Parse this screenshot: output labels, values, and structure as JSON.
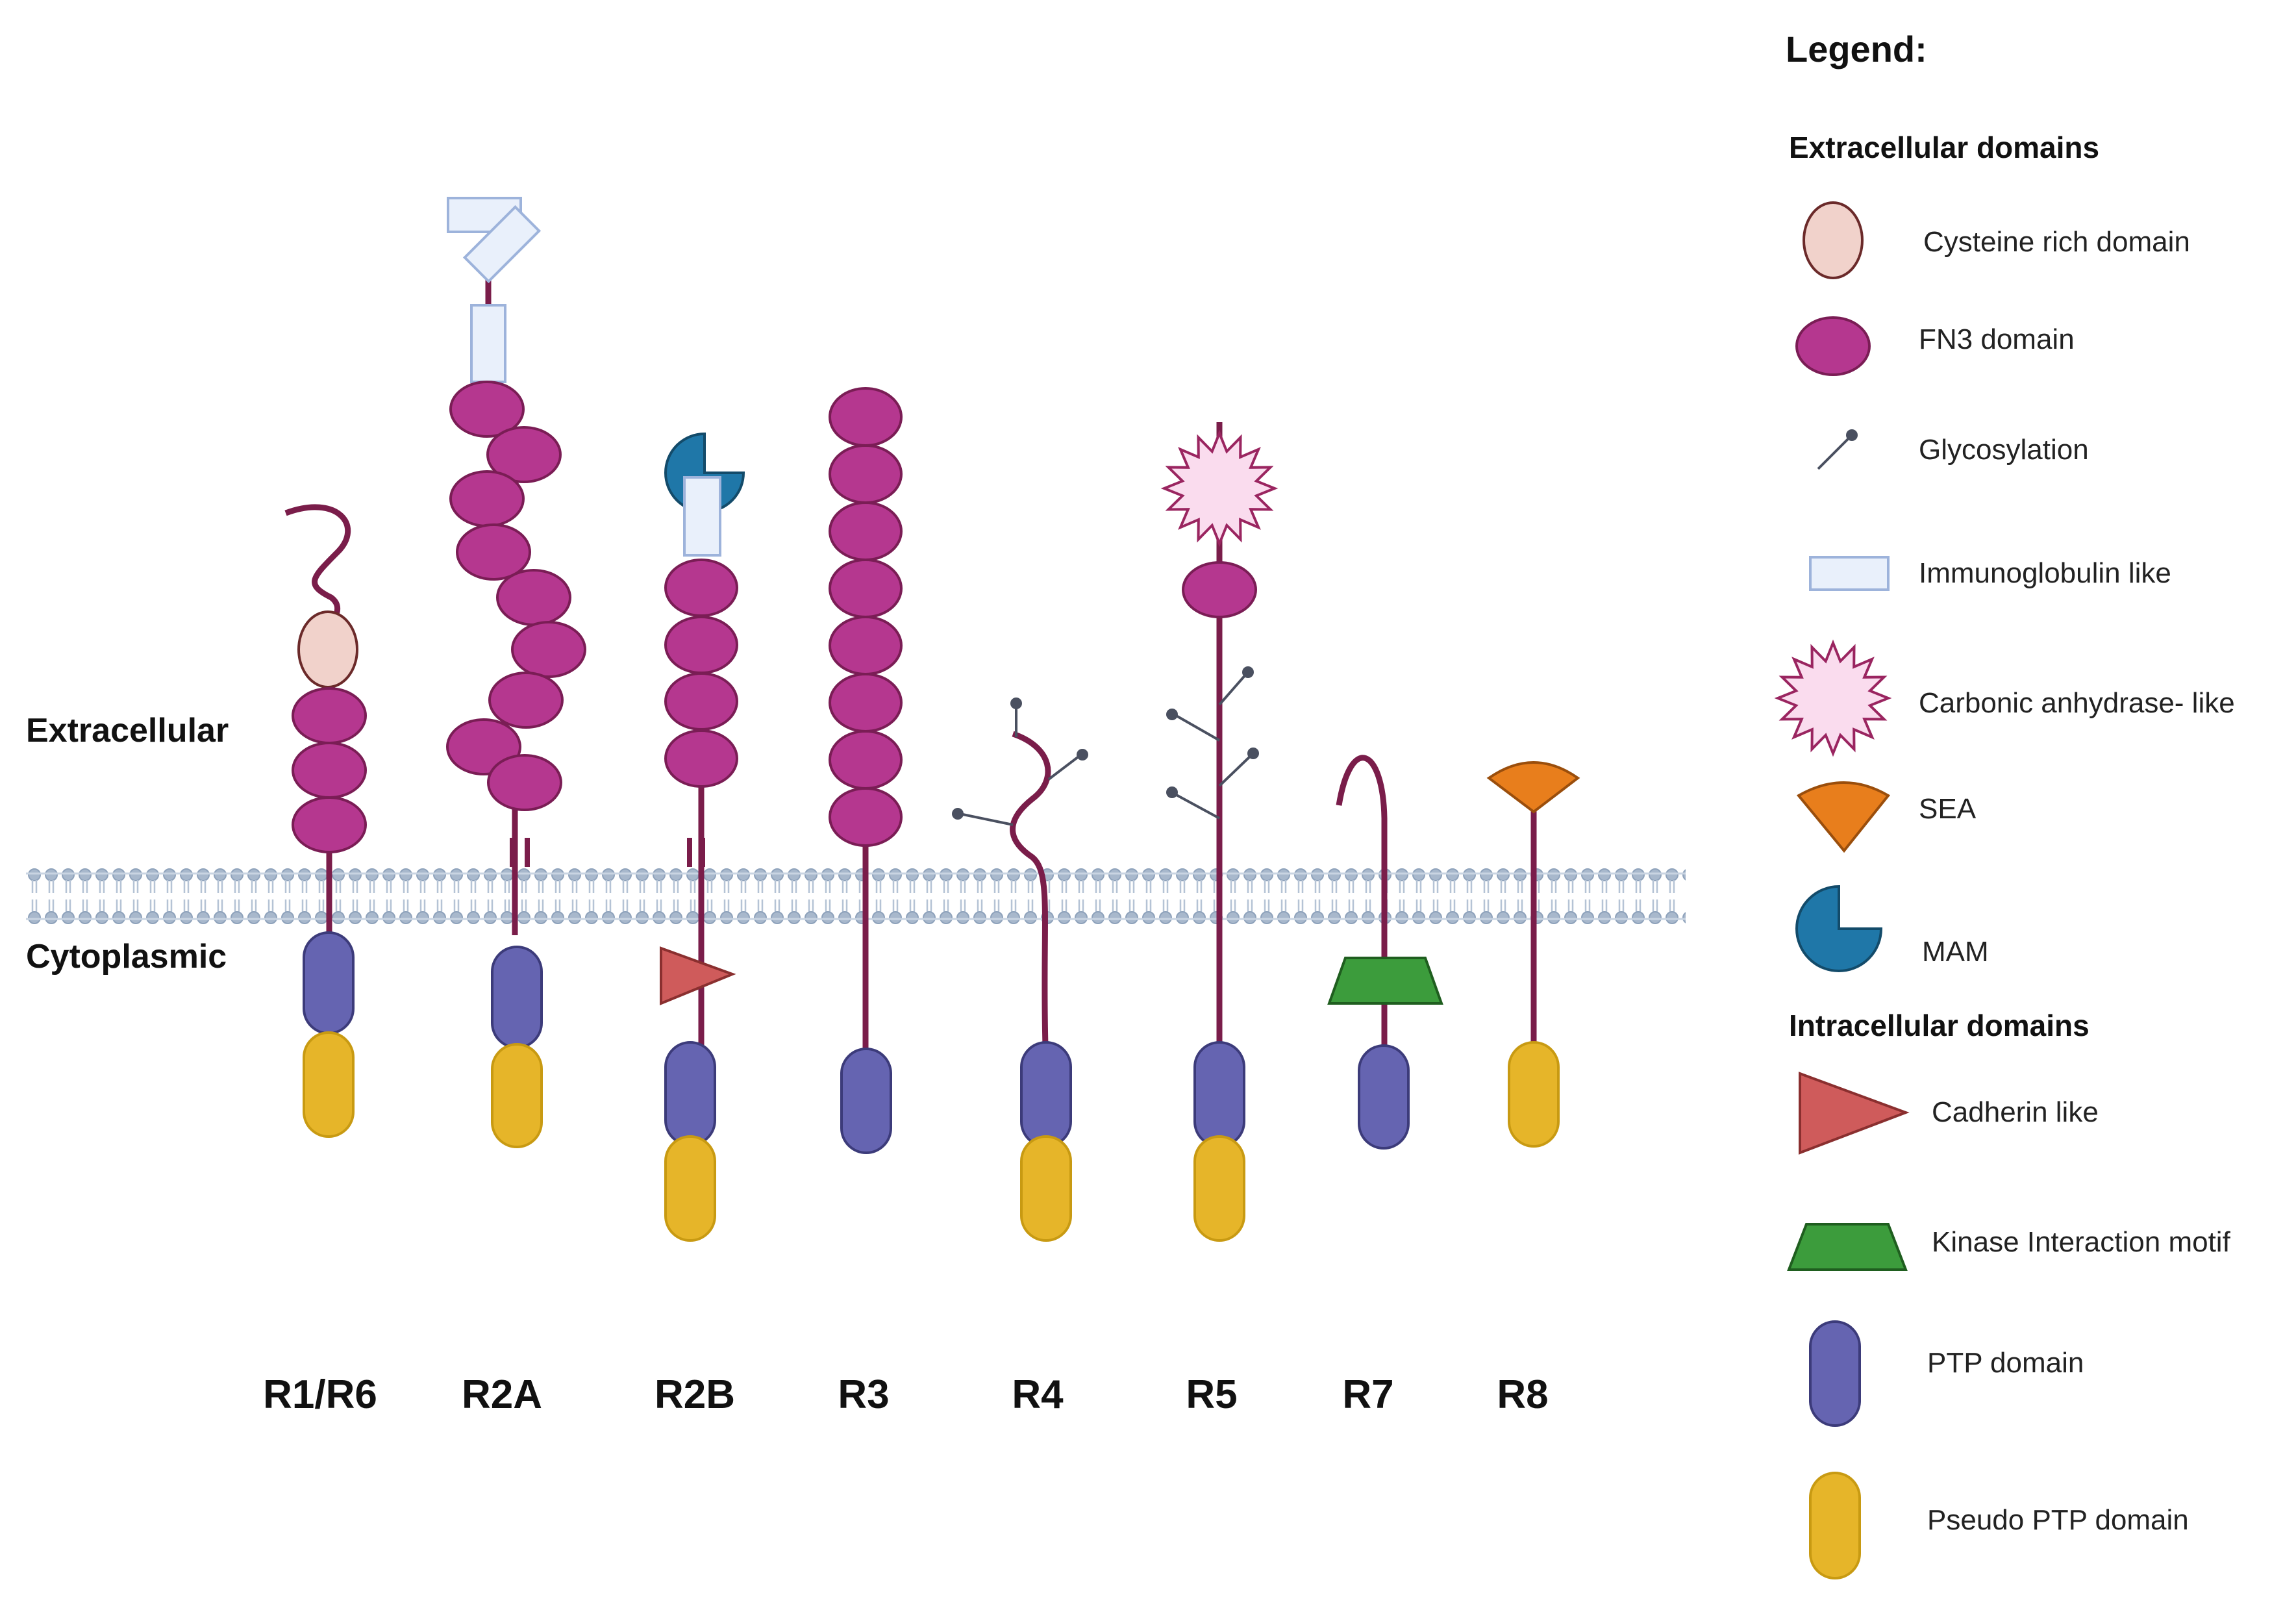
{
  "regions": {
    "extracellular": "Extracellular",
    "cytoplasmic": "Cytoplasmic"
  },
  "receptors": [
    "R1/R6",
    "R2A",
    "R2B",
    "R3",
    "R4",
    "R5",
    "R7",
    "R8"
  ],
  "legend": {
    "title": "Legend:",
    "extracellular_heading": "Extracellular domains",
    "intracellular_heading": "Intracellular domains",
    "items": {
      "cysteine": "Cysteine rich domain",
      "fn3": "FN3 domain",
      "glyco": "Glycosylation",
      "ig": "Immunoglobulin like",
      "carbonic": "Carbonic anhydrase- like",
      "sea": "SEA",
      "mam": "MAM",
      "cadherin": "Cadherin like",
      "kim": "Kinase Interaction motif",
      "ptp": "PTP domain",
      "pseudo": "Pseudo PTP domain"
    }
  },
  "colors": {
    "stalk": "#7a1d4a",
    "fn3": "#b5378f",
    "fn3_stroke": "#7a1d55",
    "cysteine": "#f1d2cb",
    "ig": "#e9f0fb",
    "ig_stroke": "#9db3db",
    "mam": "#1f77a8",
    "carbonic": "#fadcee",
    "sea": "#e87e1c",
    "cadherin": "#cf5b5b",
    "kim": "#3c9c3c",
    "ptp": "#6564b1",
    "ptp_stroke": "#3c3b7a",
    "pseudo": "#e6b529",
    "pseudo_stroke": "#c89a12",
    "membrane": "#a8b8cc",
    "glyco": "#4a5060"
  }
}
